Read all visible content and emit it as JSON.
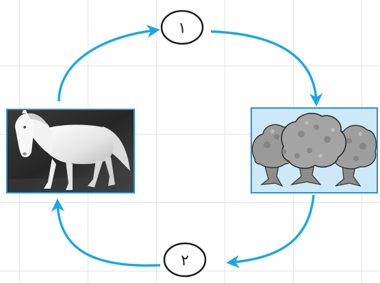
{
  "diagram": {
    "steps": [
      {
        "label": "١"
      },
      {
        "label": "٢"
      }
    ],
    "images": {
      "left": {
        "subject": "horse",
        "icon": "horse-icon"
      },
      "right": {
        "subject": "trees",
        "icon": "trees-icon"
      }
    },
    "colors": {
      "arrow": "#1aa7e6",
      "frame": "#2a8fd0",
      "sky": "#cde8f6",
      "grid": "#e3e3e3"
    }
  }
}
